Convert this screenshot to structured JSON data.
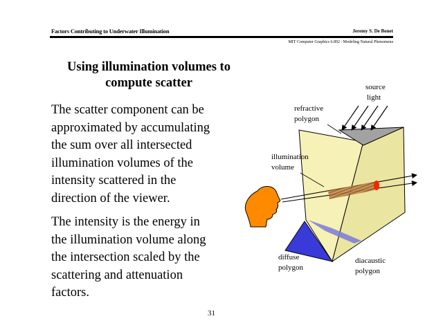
{
  "header": {
    "left_title": "Factors Contributing to Underwater Illumination",
    "right_author": "Jeremy S. De Bonet",
    "subtitle": "MIT Computer Graphics 6.892 : Modeling Natural Phenomena"
  },
  "slide": {
    "title_line1": "Using illumination volumes to",
    "title_line2": "compute scatter",
    "paragraph1": [
      "The scatter component can be",
      "approximated by accumulating",
      "the sum over all intersected",
      "illumination volumes of the",
      "intensity scattered in the",
      "direction of the viewer."
    ],
    "paragraph2": [
      "The intensity is the energy in",
      "the illumination volume along",
      "the intersection scaled by the",
      "scattering and attenuation",
      "factors."
    ],
    "page_number": "31"
  },
  "diagram": {
    "labels": {
      "source_light_1": "source",
      "source_light_2": "light",
      "refractive_1": "refractive",
      "refractive_2": "polygon",
      "illumination_1": "illumination",
      "illumination_2": "volume",
      "diffuse_1": "diffuse",
      "diffuse_2": "polygon",
      "diacaustic_1": "diacaustic",
      "diacaustic_2": "polygon"
    },
    "colors": {
      "volume_fill": "#f5f0b0",
      "volume_side": "#eae4a0",
      "refractive_polygon": "#a0a0a0",
      "diffuse_polygon": "#3838d8",
      "head": "#ff8800",
      "ray_segment": "#c88848",
      "ray_cap": "#ff2000"
    },
    "icons": {
      "viewer": "viewer-head-icon"
    }
  }
}
